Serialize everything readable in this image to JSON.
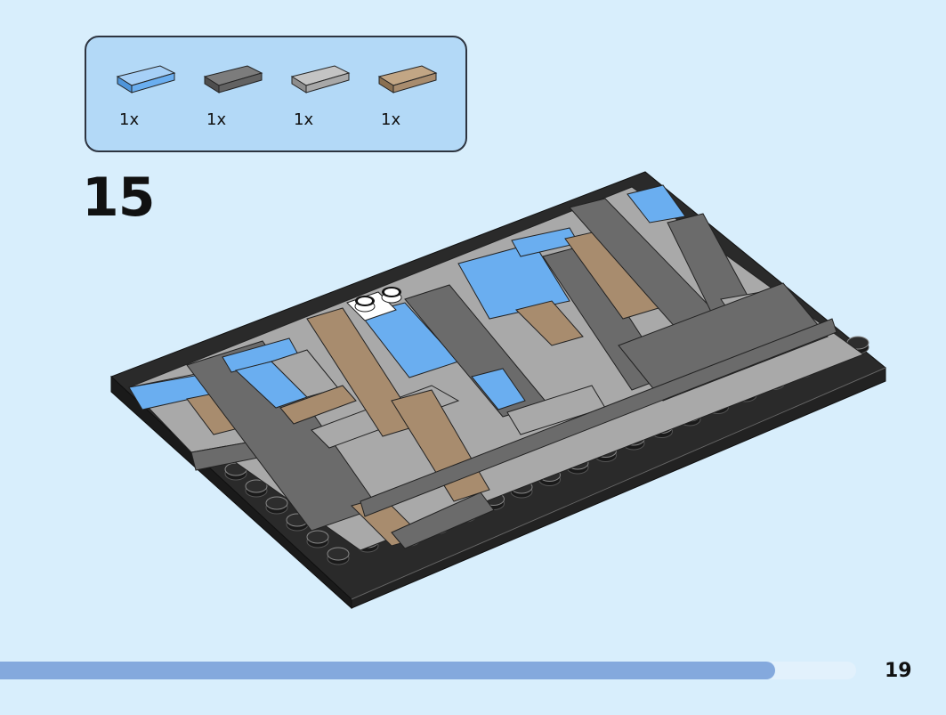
{
  "parts": [
    {
      "icon": "light-blue-tile-icon",
      "color": "#6aaef0",
      "qty": "1x"
    },
    {
      "icon": "dark-gray-tile-icon",
      "color": "#6b6b6b",
      "qty": "1x"
    },
    {
      "icon": "light-gray-tile-icon",
      "color": "#aaaaaa",
      "qty": "1x"
    },
    {
      "icon": "tan-tile-icon",
      "color": "#a88c6e",
      "qty": "1x"
    }
  ],
  "step_number": "15",
  "page_number": "19",
  "progress": 0.905,
  "colors": {
    "background": "#d8eefc",
    "parts_box": "#b3d9f7",
    "plate_black": "#2a2a2a",
    "light_blue": "#6aaef0",
    "dark_gray": "#6b6b6b",
    "light_gray": "#aaaaaa",
    "tan": "#a88c6e",
    "progress_fill": "#84a9dd"
  }
}
